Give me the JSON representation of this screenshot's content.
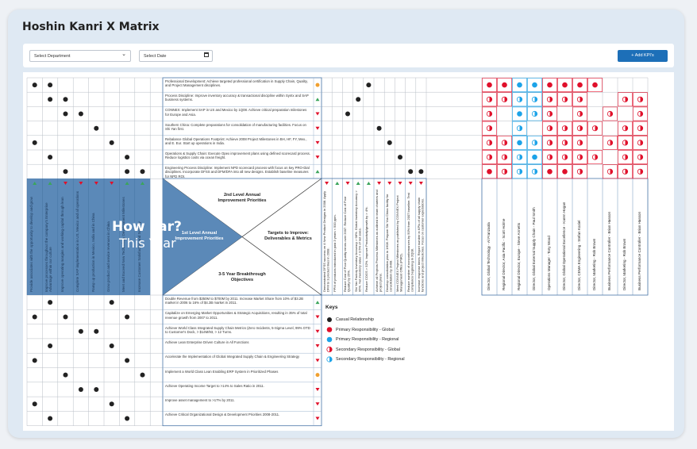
{
  "title": "Hoshin Kanri X Matrix",
  "toolbar": {
    "department_placeholder": "Select Department",
    "date_placeholder": "Select Date",
    "add_kpis_label": "+  Add KPI's"
  },
  "overlay": {
    "line1": "How Far?",
    "line2": "This Year"
  },
  "quadrants": {
    "top": "2nd Level Annual Improvement Priorities",
    "left": "1st Level Annual Improvement Priorities",
    "right": "Targets to Improve: Deliverables & Metrics",
    "bottom": "3-5 Year Breakthrough Objectives"
  },
  "improvement_priorities": [
    {
      "text": "Professional Development:  Achieve targeted professional certification in Supply Chain, Quality, and Project Management disciplines.",
      "status": "neutral"
    },
    {
      "text": "Process Discipline:  Improve inventory accuracy & transactional discipline within Syntx and SAP business systems.",
      "status": "up"
    },
    {
      "text": "CONNEX:  Implement SAP in US and Mexico by 1Q08.  Achieve critical preparation milestones for Europe and Asia.",
      "status": "down"
    },
    {
      "text": "Southern China:  Complete preparations for consolidation of manufacturing facilities.  Focus on Shi Yan first.",
      "status": "down"
    },
    {
      "text": "Rebalance Global Operations Footprint:  Achieve 2008 Project Milestones in BH, HF, FY, Mex., and E. Eur.  Start up operations in India.",
      "status": "down"
    },
    {
      "text": "Operations & Supply Chain:  Execute Opex improvement plans using defined scorecard process.  Reduce logistics costs via ocean freight.",
      "status": "down"
    },
    {
      "text": "Engineering Process Discipline:  Implement NPD scorecard process with focus on key PRO-Dial disciplines.  Incorporate DFSS and DFM/DFA into all new designs.  Establish baseline measures for NPD ROI.",
      "status": "up"
    }
  ],
  "breakthrough_objectives": [
    {
      "text": "Double Revenue from $350M to $700M by 2011.  Increase Market Share from 10% of $3.2B market in 2006 to 16% of $4.3B market in 2011.",
      "status": "up"
    },
    {
      "text": "Capitalize on Emerging Market Opportunities & Strategic Acquisitions, resulting in 35% of total revenue growth from 2007 to 2011.",
      "status": "down"
    },
    {
      "text": "Achieve World Class Integrated Supply Chain Metrics (Zero Incidents, 5-Sigma Level, 99% OTD to Customer's Dock, > $14M/93, > 12 Turns.",
      "status": "down"
    },
    {
      "text": "Achieve Lean Enterprise Driven Culture in All Functions",
      "status": "down"
    },
    {
      "text": "Accelerate the Implementation of Global Integrated Supply Chain & Engineering Strategy",
      "status": "down"
    },
    {
      "text": "Implement a World Class Lean Enabling ERP System in Prioritized Phases",
      "status": "neutral"
    },
    {
      "text": "Achieve Operating Income Target to >14% to Sales Ratio in 2011.",
      "status": "down"
    },
    {
      "text": "Improve asset management to >17% by 2011.",
      "status": "down"
    },
    {
      "text": "Achieve Critical Organizational Design & Development Priorities 2008-2011.",
      "status": "down"
    }
  ],
  "first_level_priorities": [
    {
      "text": "Provide associates with the opportunity to develop and grow",
      "status": "up"
    },
    {
      "text": "Improve processes throughout the company's Enterprise Advantage within our culture",
      "status": "up"
    },
    {
      "text": "Improve operating margins and working capital through lean",
      "status": "down"
    },
    {
      "text": "Complete SAP implementation in US, Mexico and all operations",
      "status": "down"
    },
    {
      "text": "Ramp up production in Mexico, India and in China",
      "status": "down"
    },
    {
      "text": "Grow product and service revenues in China",
      "status": "down"
    },
    {
      "text": "Meet and Exceed New Technology Development Milestones",
      "status": "up"
    },
    {
      "text": "Increase Customer Satisfaction and Security",
      "status": "up"
    }
  ],
  "targets": [
    {
      "text": "Demonstrated DFSS success on 4 New Product Designs in 2008.  Apply DFM to 3 product lines in 2008.",
      "status": "down"
    },
    {
      "text": "PPM of products introduced in past 3 years < 500 ppm.",
      "status": "up"
    },
    {
      "text": "Reduce Cost of Poor Quality errors over 2007.  Reduce Cost of Poor Quality by 25%.",
      "status": "down"
    },
    {
      "text": "Shi Yan Factory Inventory Accuracy > 98%.  Global Inventory Accuracy > 95%.  Net inventory value < 3.5% of net sales.",
      "status": "up"
    },
    {
      "text": "Reduce COGS > 52%.  Improve Productivity/growth by > 4%.",
      "status": "up"
    },
    {
      "text": "Achieve all Projects Process Milestones as outlined in team charters and project plans.",
      "status": "down"
    },
    {
      "text": "Develop consolidation plan in 1H08.  Prepare Shi Yan China facility for consolidation by 2H08.",
      "status": "down"
    },
    {
      "text": "Meet CONNEX Project Milestones as published by CONNEX Project Management Office (PMO).",
      "status": "down"
    },
    {
      "text": "Reduce number of nonconformances by 50% from 2007 baseline.  Test compliance beginning in 2Q08.",
      "status": "down"
    },
    {
      "text": "Increase response times. Report number in KPIs of all supply chain functions and project milestones.  Focus on customer expectations.",
      "status": "down"
    }
  ],
  "people": [
    "Director, Global Technology - Al Franzaola",
    "Regional Director, Asia Pacific - Scott Holme",
    "Regional Director, Europe - Steve Annetts",
    "Director, Global External Supply Chain - Paul Smith",
    "Operations Manager - Tony Wood",
    "Director, Global Operational Excellence - Karen Hogan",
    "Director, CEMA Engineering - Stefan Koziel",
    "Director, Marketing - Rob Brown",
    "Business Performance Controller - Brian Hasson",
    "Director, Marketing - Rob Brown",
    "Business Performance Controller - Brian Hasson"
  ],
  "keys": {
    "title": "Keys",
    "items": [
      {
        "label": "Casual Relationship",
        "icon": "dark-dot-icon"
      },
      {
        "label": "Primary Responsibility - Global",
        "icon": "red-dot-icon"
      },
      {
        "label": "Primary Responsibility - Regional",
        "icon": "blue-dot-icon"
      },
      {
        "label": "Secondary Responsibility - Global",
        "icon": "half-red-icon"
      },
      {
        "label": "Secondary Responsibility - Regional",
        "icon": "half-blue-icon"
      }
    ]
  },
  "colors": {
    "accent": "#1d6fb8",
    "dark": "#222",
    "red": "#e0102b",
    "blue": "#1ca3e8",
    "up": "#3ba55c",
    "down": "#e0102b",
    "neutral": "#f0a030",
    "panel_blue": "#5b89b8",
    "grid": "#b8bec6",
    "person_red": "#e8102b"
  },
  "grid_marks": {
    "top_left": [
      [
        0,
        0
      ],
      [
        0,
        1
      ],
      [
        1,
        1
      ],
      [
        1,
        2
      ],
      [
        2,
        2
      ],
      [
        2,
        3
      ],
      [
        3,
        4
      ],
      [
        4,
        0
      ],
      [
        4,
        5
      ],
      [
        5,
        1
      ],
      [
        5,
        6
      ],
      [
        6,
        2
      ],
      [
        6,
        6
      ],
      [
        6,
        7
      ]
    ],
    "top_right": [
      [
        0,
        5
      ],
      [
        1,
        6
      ],
      [
        2,
        7
      ],
      [
        3,
        4
      ],
      [
        4,
        3
      ],
      [
        5,
        2
      ],
      [
        6,
        1
      ],
      [
        6,
        0
      ]
    ],
    "bottom_left": [
      [
        0,
        1
      ],
      [
        0,
        5
      ],
      [
        1,
        0
      ],
      [
        1,
        2
      ],
      [
        1,
        6
      ],
      [
        2,
        3
      ],
      [
        2,
        4
      ],
      [
        3,
        1
      ],
      [
        3,
        5
      ],
      [
        4,
        0
      ],
      [
        4,
        6
      ],
      [
        5,
        2
      ],
      [
        5,
        7
      ],
      [
        6,
        3
      ],
      [
        6,
        4
      ],
      [
        7,
        0
      ],
      [
        7,
        5
      ],
      [
        8,
        1
      ],
      [
        8,
        6
      ]
    ],
    "people_rows": [
      [
        "red",
        "red",
        "blue",
        "blue",
        "red",
        "red",
        "red",
        "red",
        "",
        "",
        ""
      ],
      [
        "half-red",
        "half-red",
        "half-blue",
        "half-blue",
        "half-red",
        "half-red",
        "half-red",
        "",
        "",
        "half-red",
        "half-red"
      ],
      [
        "half-red",
        "",
        "blue",
        "half-blue",
        "half-red",
        "",
        "half-red",
        "",
        "half-red",
        "",
        "half-red"
      ],
      [
        "half-red",
        "",
        "half-blue",
        "",
        "half-red",
        "half-red",
        "half-red",
        "half-red",
        "",
        "half-red",
        "half-red"
      ],
      [
        "half-red",
        "half-red",
        "blue",
        "half-blue",
        "half-red",
        "half-red",
        "half-red",
        "",
        "half-red",
        "half-red",
        "half-red"
      ],
      [
        "half-red",
        "half-red",
        "half-blue",
        "blue",
        "half-red",
        "half-red",
        "half-red",
        "half-red",
        "",
        "half-red",
        "half-red"
      ],
      [
        "red",
        "half-red",
        "half-blue",
        "half-blue",
        "red",
        "red",
        "half-red",
        "",
        "half-red",
        "half-red",
        "half-red"
      ]
    ]
  }
}
